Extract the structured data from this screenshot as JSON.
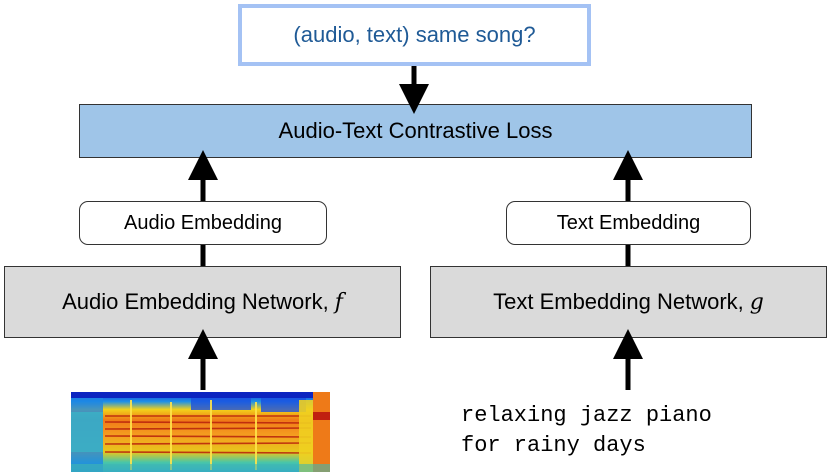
{
  "query": {
    "label": "(audio, text) same song?"
  },
  "loss": {
    "label": "Audio-Text Contrastive Loss"
  },
  "audio_branch": {
    "embedding_label": "Audio Embedding",
    "network_label": "Audio Embedding Network,",
    "network_symbol": "f"
  },
  "text_branch": {
    "embedding_label": "Text Embedding",
    "network_label": "Text Embedding Network,",
    "network_symbol": "g",
    "input_lines": [
      "relaxing jazz piano",
      "for rainy days"
    ]
  },
  "colors": {
    "query_border": "#a4c2f4",
    "query_text": "#1f5a96",
    "loss_fill": "#9fc5e8",
    "network_fill": "#dadada",
    "arrow": "#000000"
  }
}
